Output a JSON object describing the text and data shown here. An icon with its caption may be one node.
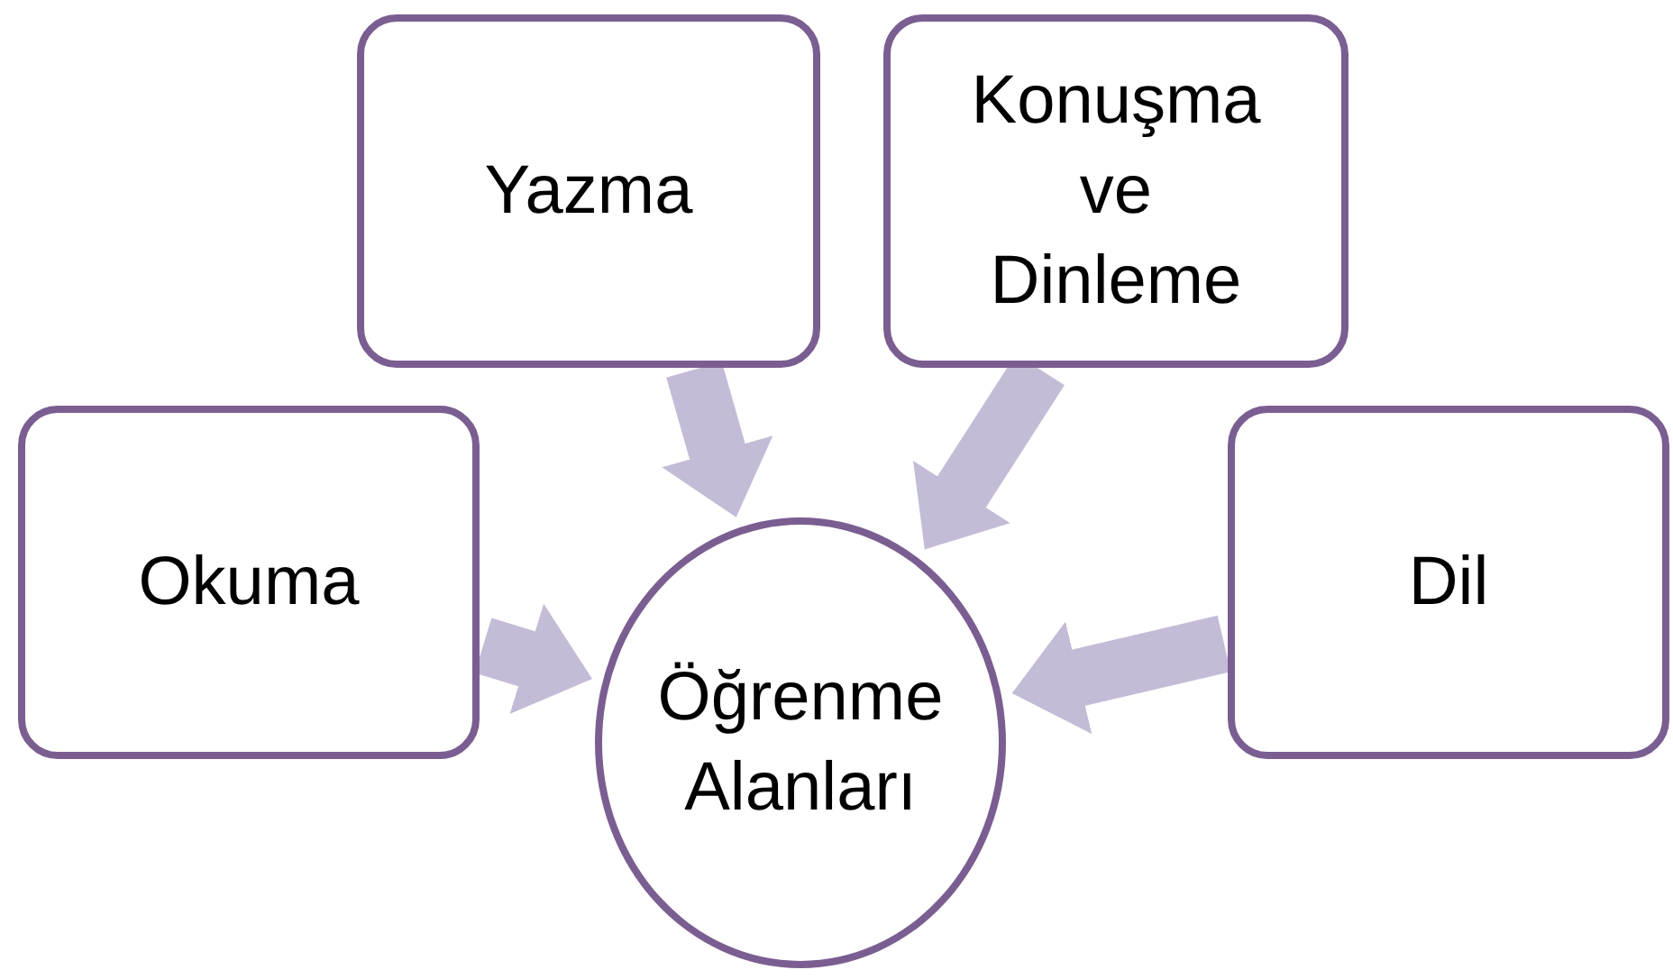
{
  "diagram": {
    "nodes": [
      {
        "text": [
          "Yazma"
        ]
      },
      {
        "text": [
          "Konuşma ve Dinleme"
        ]
      },
      {
        "text": [
          "Okuma"
        ]
      },
      {
        "text": [
          "Öğrenme Alanları"
        ]
      },
      {
        "text": [
          "Dil"
        ]
      }
    ],
    "edges": [
      {
        "from": 2,
        "to": 3,
        "arrow": "to"
      },
      {
        "from": 0,
        "to": 3,
        "arrow": "to"
      },
      {
        "from": 1,
        "to": 3,
        "arrow": "to"
      },
      {
        "from": 4,
        "to": 3,
        "arrow": "to"
      }
    ]
  }
}
